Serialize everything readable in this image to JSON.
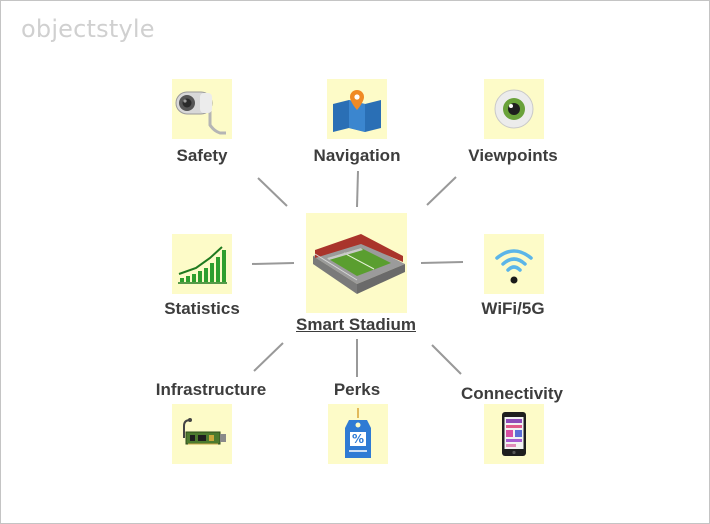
{
  "logo": "objectstyle",
  "center": {
    "label": "Smart Stadium",
    "icon": "stadium-icon"
  },
  "nodes": {
    "safety": {
      "label": "Safety",
      "icon": "security-camera-icon"
    },
    "navigation": {
      "label": "Navigation",
      "icon": "map-pin-icon"
    },
    "viewpoints": {
      "label": "Viewpoints",
      "icon": "eye-icon"
    },
    "statistics": {
      "label": "Statistics",
      "icon": "growth-chart-icon"
    },
    "wifi": {
      "label": "WiFi/5G",
      "icon": "wifi-icon"
    },
    "infrastructure": {
      "label": "Infrastructure",
      "icon": "circuit-board-icon"
    },
    "perks": {
      "label": "Perks",
      "icon": "discount-tag-icon"
    },
    "connectivity": {
      "label": "Connectivity",
      "icon": "smartphone-icon"
    }
  },
  "colors": {
    "box_fill": "#fdfbc8",
    "connector": "#999999",
    "label_text": "#3d3d3d",
    "logo": "#d0d0d0"
  }
}
